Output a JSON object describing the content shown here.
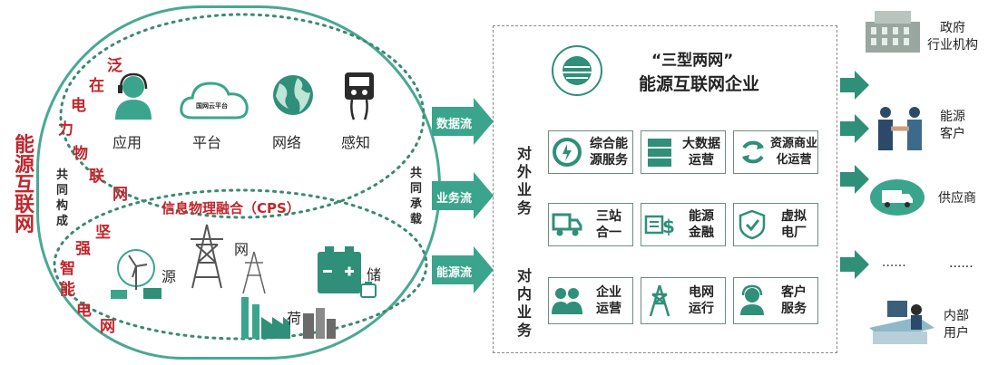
{
  "left": {
    "vertical_title": [
      "能",
      "源",
      "互",
      "联",
      "网"
    ],
    "ubiquitous_iot": [
      "泛",
      "在",
      "电",
      "力",
      "物",
      "联",
      "网"
    ],
    "joint_build": [
      "共",
      "同",
      "构",
      "成"
    ],
    "strong_grid": [
      "坚",
      "强",
      "智",
      "能",
      "电",
      "网"
    ],
    "top_items": [
      {
        "label": "应用",
        "icon": "customer-service-icon"
      },
      {
        "label": "平台",
        "icon": "cloud-platform-icon",
        "inner_text": "国网云平台"
      },
      {
        "label": "网络",
        "icon": "globe-icon"
      },
      {
        "label": "感知",
        "icon": "sensor-meter-icon"
      }
    ],
    "cps_label": "信息物理融合（CPS）",
    "bottom_items": [
      {
        "label": "源",
        "icon": "wind-solar-icon"
      },
      {
        "label": "网",
        "icon": "transmission-tower-icon"
      },
      {
        "label": "荷",
        "icon": "factory-icon"
      },
      {
        "label": "储",
        "icon": "battery-icon"
      }
    ],
    "carry_label": [
      "共",
      "同",
      "承",
      "载"
    ]
  },
  "flows": [
    "数据流",
    "业务流",
    "能源流"
  ],
  "enterprise": {
    "title_line1": "“三型两网”",
    "title_line2": "能源互联网企业",
    "external_label": [
      "对",
      "外",
      "业",
      "务"
    ],
    "internal_label": [
      "对",
      "内",
      "业",
      "务"
    ],
    "external_services": [
      {
        "text": [
          "综合能",
          "源服务"
        ],
        "icon": "integrated-energy-icon"
      },
      {
        "text": [
          "大数据",
          "运营"
        ],
        "icon": "server-icon"
      },
      {
        "text": [
          "资源商业",
          "化运营"
        ],
        "icon": "recycle-icon"
      },
      {
        "text": [
          "三站",
          "合一"
        ],
        "icon": "truck-station-icon"
      },
      {
        "text": [
          "能源",
          "金融"
        ],
        "icon": "finance-icon"
      },
      {
        "text": [
          "虚拟",
          "电厂"
        ],
        "icon": "virtual-plant-icon"
      }
    ],
    "internal_services": [
      {
        "text": [
          "企业",
          "运营"
        ],
        "icon": "people-icon"
      },
      {
        "text": [
          "电网",
          "运行"
        ],
        "icon": "tower-icon"
      },
      {
        "text": [
          "客户",
          "服务"
        ],
        "icon": "agent-icon"
      }
    ]
  },
  "right": [
    {
      "label": [
        "政府",
        "行业机构"
      ],
      "icon": "building-icon"
    },
    {
      "label": [
        "能源",
        "客户"
      ],
      "icon": "handshake-icon"
    },
    {
      "label": [
        "供应商"
      ],
      "icon": "delivery-truck-icon"
    },
    {
      "label": [
        "......"
      ],
      "icon": "ellipsis-icon",
      "left_dots": "......"
    },
    {
      "label": [
        "内部",
        "用户"
      ],
      "icon": "office-worker-icon"
    }
  ],
  "colors": {
    "accent": "#3aa58c",
    "red": "#c0272d",
    "dark_green": "#2f8f79"
  }
}
